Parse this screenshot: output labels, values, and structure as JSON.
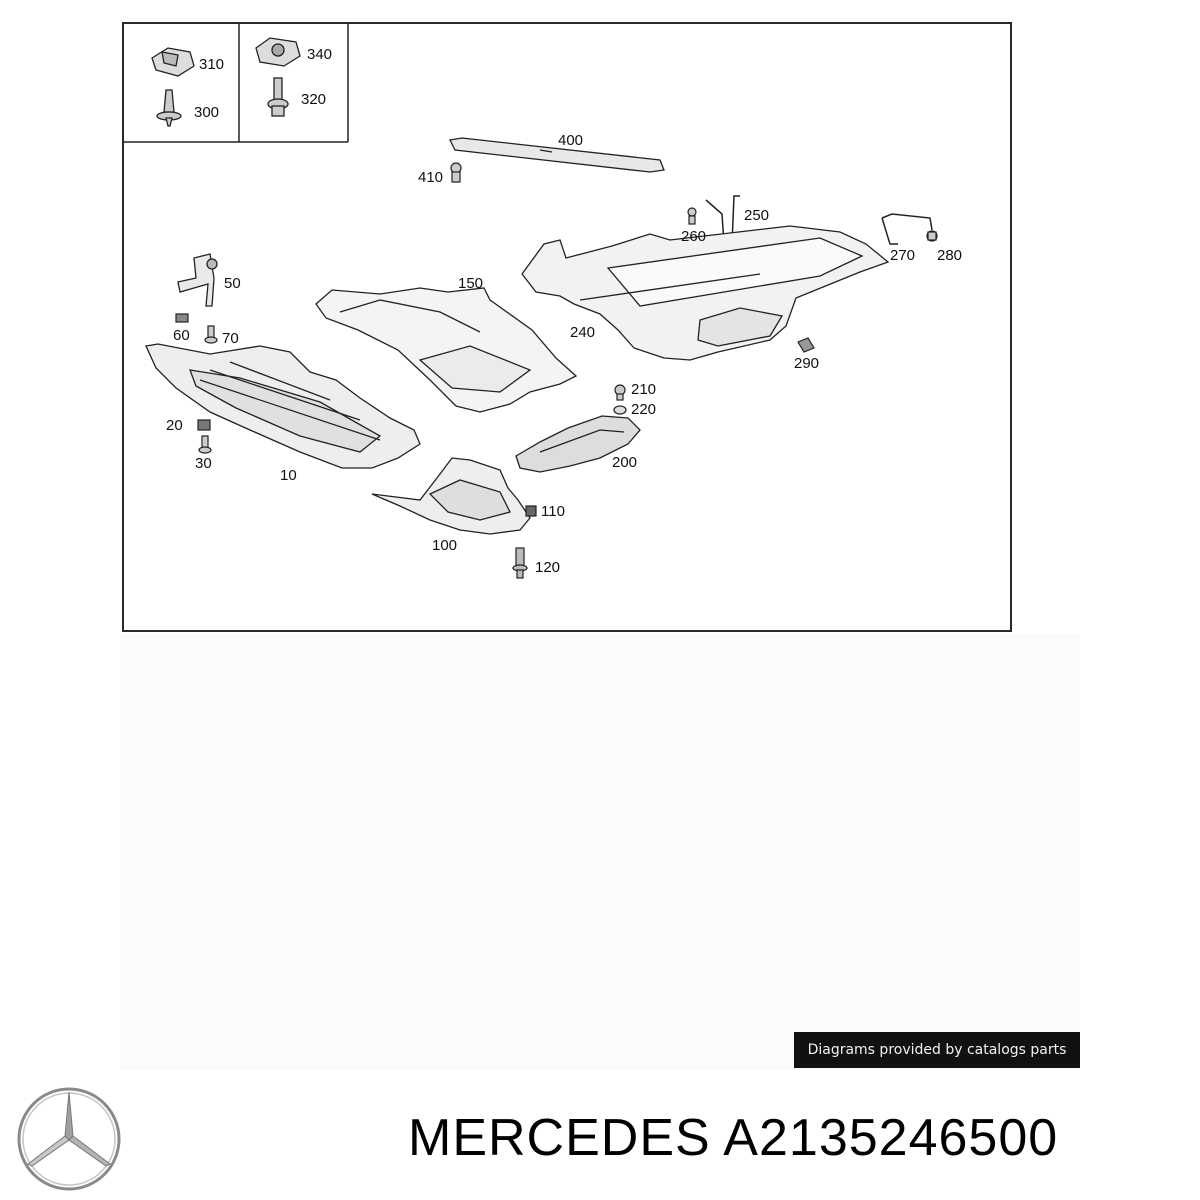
{
  "diagram": {
    "callouts": {
      "c310": "310",
      "c300": "300",
      "c340": "340",
      "c320": "320",
      "c400": "400",
      "c410": "410",
      "c250": "250",
      "c260": "260",
      "c270": "270",
      "c280": "280",
      "c50": "50",
      "c150": "150",
      "c60": "60",
      "c70": "70",
      "c240": "240",
      "c290": "290",
      "c210": "210",
      "c220": "220",
      "c20": "20",
      "c30": "30",
      "c200": "200",
      "c10": "10",
      "c110": "110",
      "c100": "100",
      "c120": "120"
    }
  },
  "credit_label": "Diagrams provided by catalogs parts",
  "brand": "MERCEDES",
  "part_number": "A2135246500",
  "logo_icon": "mercedes-star-icon"
}
